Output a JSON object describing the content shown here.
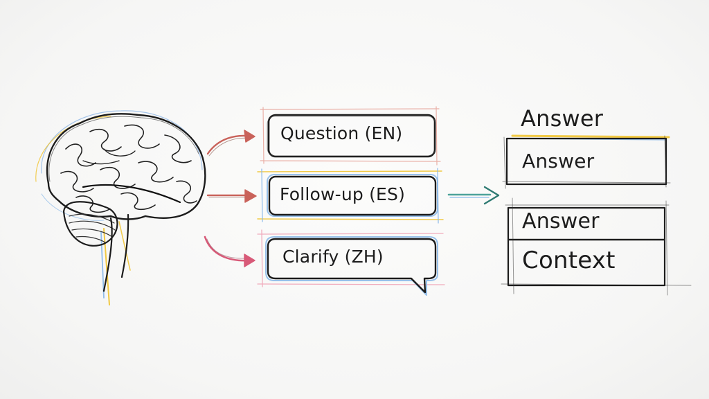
{
  "inputs": [
    {
      "label": "Question (EN)",
      "accent": "#e8a79d"
    },
    {
      "label": "Follow-up (ES)",
      "accent": "#8fb7e6"
    },
    {
      "label": "Clarify (ZH)",
      "accent": "#f2a9b8"
    }
  ],
  "outputs": {
    "top_heading": "Answer",
    "top_box_label": "Answer",
    "bottom_box_labels": [
      "Answer",
      "Context"
    ]
  },
  "colors": {
    "ink": "#1c1c1c",
    "arrow_red": "#c9625a",
    "arrow_pink": "#d85a78",
    "arrow_teal": "#4da39a",
    "accent_yellow": "#f0c330",
    "accent_blue": "#86b6e8",
    "accent_pink": "#f0a3b6"
  },
  "icons": [
    "brain-icon"
  ]
}
